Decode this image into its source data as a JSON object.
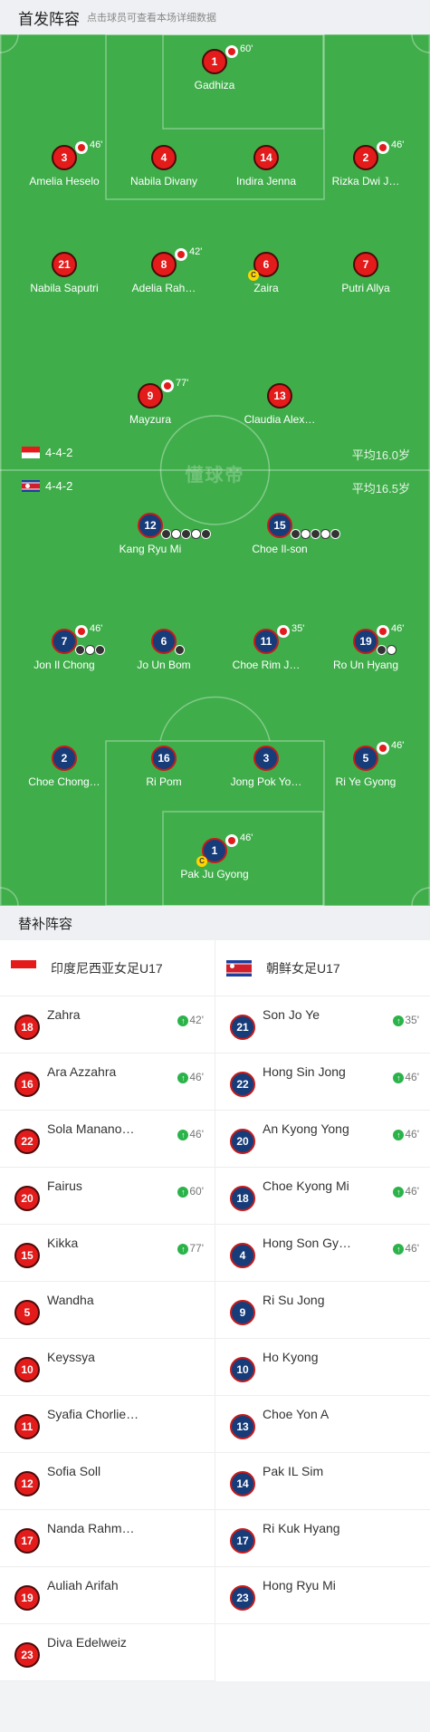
{
  "header": {
    "title": "首发阵容",
    "subtitle": "点击球员可查看本场详细数据"
  },
  "subs_header": {
    "title": "替补阵容"
  },
  "watermark": "懂球帝",
  "teams": {
    "home": {
      "formation": "4-4-2",
      "avg_age": "平均16.0岁",
      "name": "印度尼西亚女足U17",
      "color": "#e31b1b"
    },
    "away": {
      "formation": "4-4-2",
      "avg_age": "平均16.5岁",
      "name": "朝鲜女足U17",
      "color": "#173c7a"
    }
  },
  "home_lineup": [
    {
      "num": "1",
      "name": "Gadhiza",
      "sub": "60'"
    },
    {
      "num": "3",
      "name": "Amelia Heselo",
      "sub": "46'"
    },
    {
      "num": "4",
      "name": "Nabila Divany"
    },
    {
      "num": "14",
      "name": "Indira Jenna"
    },
    {
      "num": "2",
      "name": "Rizka Dwi J…",
      "sub": "46'"
    },
    {
      "num": "21",
      "name": "Nabila Saputri"
    },
    {
      "num": "8",
      "name": "Adelia Rah…",
      "sub": "42'"
    },
    {
      "num": "6",
      "name": "Zaira",
      "captain": "C"
    },
    {
      "num": "7",
      "name": "Putri Allya"
    },
    {
      "num": "9",
      "name": "Mayzura",
      "sub": "77'"
    },
    {
      "num": "13",
      "name": "Claudia Alex…"
    }
  ],
  "away_lineup": [
    {
      "num": "12",
      "name": "Kang Ryu Mi",
      "goals": 5
    },
    {
      "num": "15",
      "name": "Choe Il-son",
      "goals": 5
    },
    {
      "num": "7",
      "name": "Jon Il Chong",
      "sub": "46'",
      "goals": 3
    },
    {
      "num": "6",
      "name": "Jo Un Bom",
      "goals": 1
    },
    {
      "num": "11",
      "name": "Choe Rim J…",
      "sub": "35'"
    },
    {
      "num": "19",
      "name": "Ro Un Hyang",
      "sub": "46'",
      "goals": 2
    },
    {
      "num": "2",
      "name": "Choe Chong…"
    },
    {
      "num": "16",
      "name": "Ri Pom"
    },
    {
      "num": "3",
      "name": "Jong Pok Yo…"
    },
    {
      "num": "5",
      "name": "Ri Ye Gyong",
      "sub": "46'"
    },
    {
      "num": "1",
      "name": "Pak Ju Gyong",
      "sub": "46'",
      "captain": "C"
    }
  ],
  "home_subs": [
    {
      "num": "18",
      "name": "Zahra",
      "in": "42'"
    },
    {
      "num": "16",
      "name": "Ara Azzahra",
      "in": "46'"
    },
    {
      "num": "22",
      "name": "Sola Manano…",
      "in": "46'"
    },
    {
      "num": "20",
      "name": "Fairus",
      "in": "60'"
    },
    {
      "num": "15",
      "name": "Kikka",
      "in": "77'"
    },
    {
      "num": "5",
      "name": "Wandha"
    },
    {
      "num": "10",
      "name": "Keyssya"
    },
    {
      "num": "11",
      "name": "Syafia Chorlie…"
    },
    {
      "num": "12",
      "name": "Sofia Soll"
    },
    {
      "num": "17",
      "name": "Nanda Rahm…"
    },
    {
      "num": "19",
      "name": "Auliah Arifah"
    },
    {
      "num": "23",
      "name": "Diva Edelweiz"
    }
  ],
  "away_subs": [
    {
      "num": "21",
      "name": "Son Jo Ye",
      "in": "35'"
    },
    {
      "num": "22",
      "name": "Hong Sin Jong",
      "in": "46'"
    },
    {
      "num": "20",
      "name": "An Kyong Yong",
      "in": "46'"
    },
    {
      "num": "18",
      "name": "Choe Kyong Mi",
      "in": "46'"
    },
    {
      "num": "4",
      "name": "Hong Son Gy…",
      "in": "46'"
    },
    {
      "num": "9",
      "name": "Ri Su Jong"
    },
    {
      "num": "10",
      "name": "Ho Kyong"
    },
    {
      "num": "13",
      "name": "Choe Yon A"
    },
    {
      "num": "14",
      "name": "Pak IL Sim"
    },
    {
      "num": "17",
      "name": "Ri Kuk Hyang"
    },
    {
      "num": "23",
      "name": "Hong Ryu Mi"
    }
  ],
  "icons": {
    "sub_in": "substitution-in-icon",
    "goal": "football-icon",
    "captain": "captain-badge",
    "up": "arrow-up-icon"
  }
}
